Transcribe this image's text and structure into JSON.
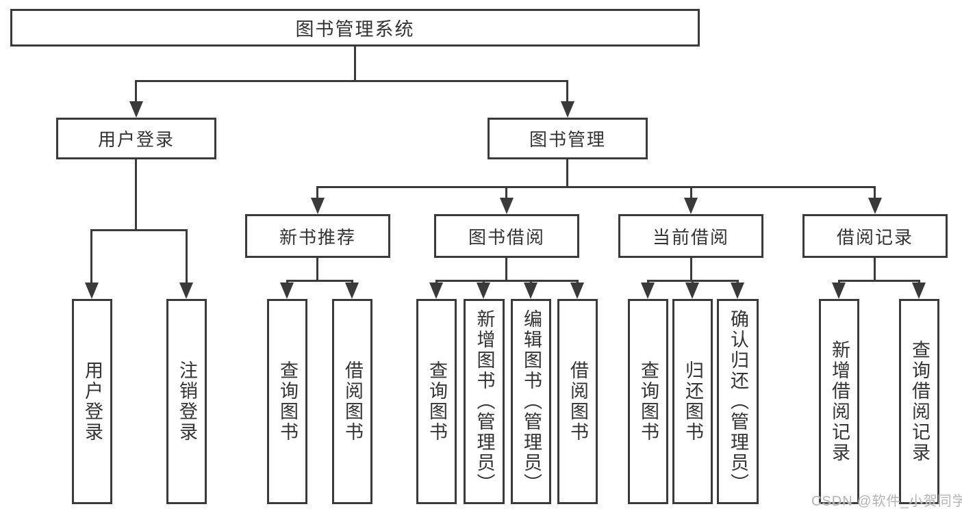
{
  "diagram": {
    "tree": {
      "label": "图书管理系统",
      "children": [
        {
          "label": "用户登录",
          "children": [
            {
              "label": "用户登录"
            },
            {
              "label": "注销登录"
            }
          ]
        },
        {
          "label": "图书管理",
          "children": [
            {
              "label": "新书推荐",
              "children": [
                {
                  "label": "查询图书"
                },
                {
                  "label": "借阅图书"
                }
              ]
            },
            {
              "label": "图书借阅",
              "children": [
                {
                  "label": "查询图书"
                },
                {
                  "label": "新增图书（管理员）"
                },
                {
                  "label": "编辑图书（管理员）"
                },
                {
                  "label": "借阅图书"
                }
              ]
            },
            {
              "label": "当前借阅",
              "children": [
                {
                  "label": "查询图书"
                },
                {
                  "label": "归还图书"
                },
                {
                  "label": "确认归还（管理员）"
                }
              ]
            },
            {
              "label": "借阅记录",
              "children": [
                {
                  "label": "新增借阅记录"
                },
                {
                  "label": "查询借阅记录"
                }
              ]
            }
          ]
        }
      ]
    }
  },
  "watermark": {
    "text": "CSDN @软件_小贺同学"
  },
  "colors": {
    "line": "#3a3a3a",
    "text": "#333333",
    "background": "#ffffff",
    "watermark": "#b3b3b3"
  }
}
